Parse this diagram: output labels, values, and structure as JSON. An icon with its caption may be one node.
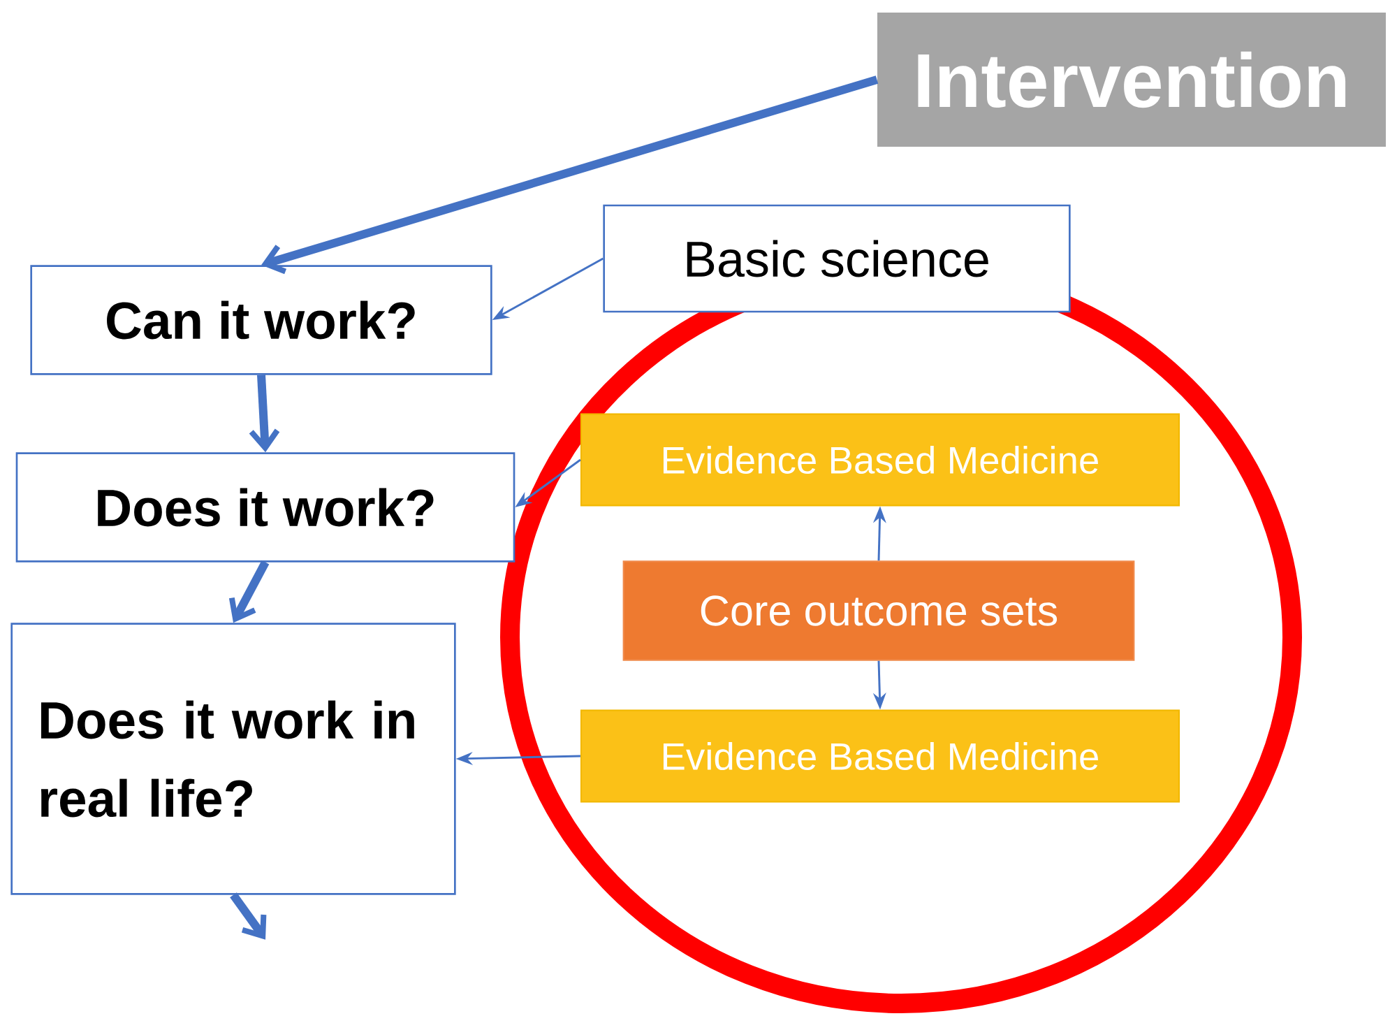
{
  "diagram": {
    "nodes": [
      {
        "text": [
          "Intervention"
        ]
      },
      {
        "text": [
          "Can it work?"
        ]
      },
      {
        "text": [
          "Basic science"
        ]
      },
      {
        "text": [
          "Does it work?"
        ]
      },
      {
        "text": [
          "Evidence Based Medicine"
        ]
      },
      {
        "text": [
          "Core outcome sets"
        ]
      },
      {
        "text": [
          "Does it work in real life?"
        ]
      },
      {
        "text": [
          "Evidence Based Medicine"
        ]
      }
    ],
    "edges": [
      {
        "from": 0,
        "to": 1,
        "arrow": "to",
        "style": "thick"
      },
      {
        "from": 2,
        "to": 1,
        "arrow": "to"
      },
      {
        "from": 1,
        "to": 3,
        "arrow": "to",
        "style": "thick"
      },
      {
        "from": 4,
        "to": 3,
        "arrow": "to"
      },
      {
        "from": 3,
        "to": 6,
        "arrow": "to",
        "style": "thick"
      },
      {
        "from": 5,
        "to": 4,
        "arrow": "to"
      },
      {
        "from": 5,
        "to": 7,
        "arrow": "to"
      },
      {
        "from": 7,
        "to": 6,
        "arrow": "to"
      },
      {
        "from": 6,
        "to": null,
        "arrow": "to",
        "style": "thick"
      }
    ]
  }
}
